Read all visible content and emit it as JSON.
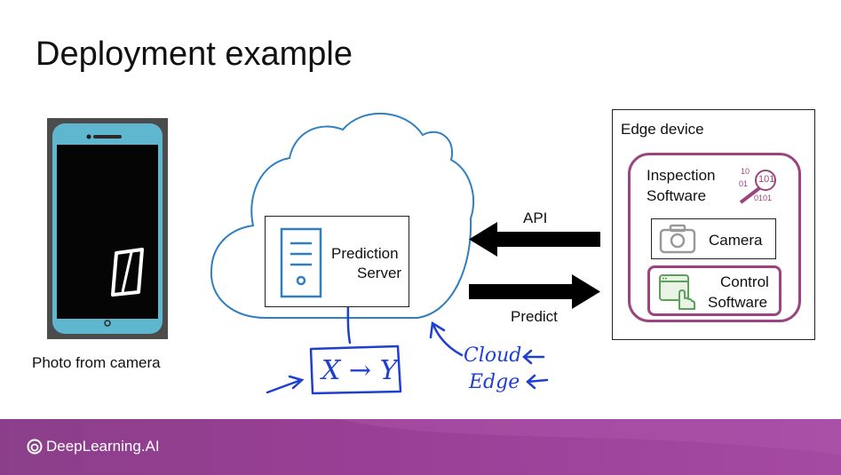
{
  "slide": {
    "title": "Deployment example"
  },
  "photo": {
    "caption": "Photo from camera"
  },
  "cloud": {
    "server_label_line1": "Prediction",
    "server_label_line2": "Server"
  },
  "arrows": {
    "api_label": "API",
    "predict_label": "Predict"
  },
  "edge_device": {
    "title": "Edge device",
    "inspection_line1": "Inspection",
    "inspection_line2": "Software",
    "camera_label": "Camera",
    "control_line1": "Control",
    "control_line2": "Software",
    "binary_icon_text": [
      "10",
      "01",
      "101",
      "0101"
    ]
  },
  "handwriting": {
    "box_text": "X → Y",
    "cloud_note": "Cloud",
    "edge_note": "Edge"
  },
  "footer": {
    "brand": "DeepLearning.AI"
  },
  "colors": {
    "accent_purple": "#9a4580",
    "cloud_blue": "#2f7fc1",
    "ink_blue": "#1f3fd1",
    "footer_purple": "#9a3f96"
  }
}
